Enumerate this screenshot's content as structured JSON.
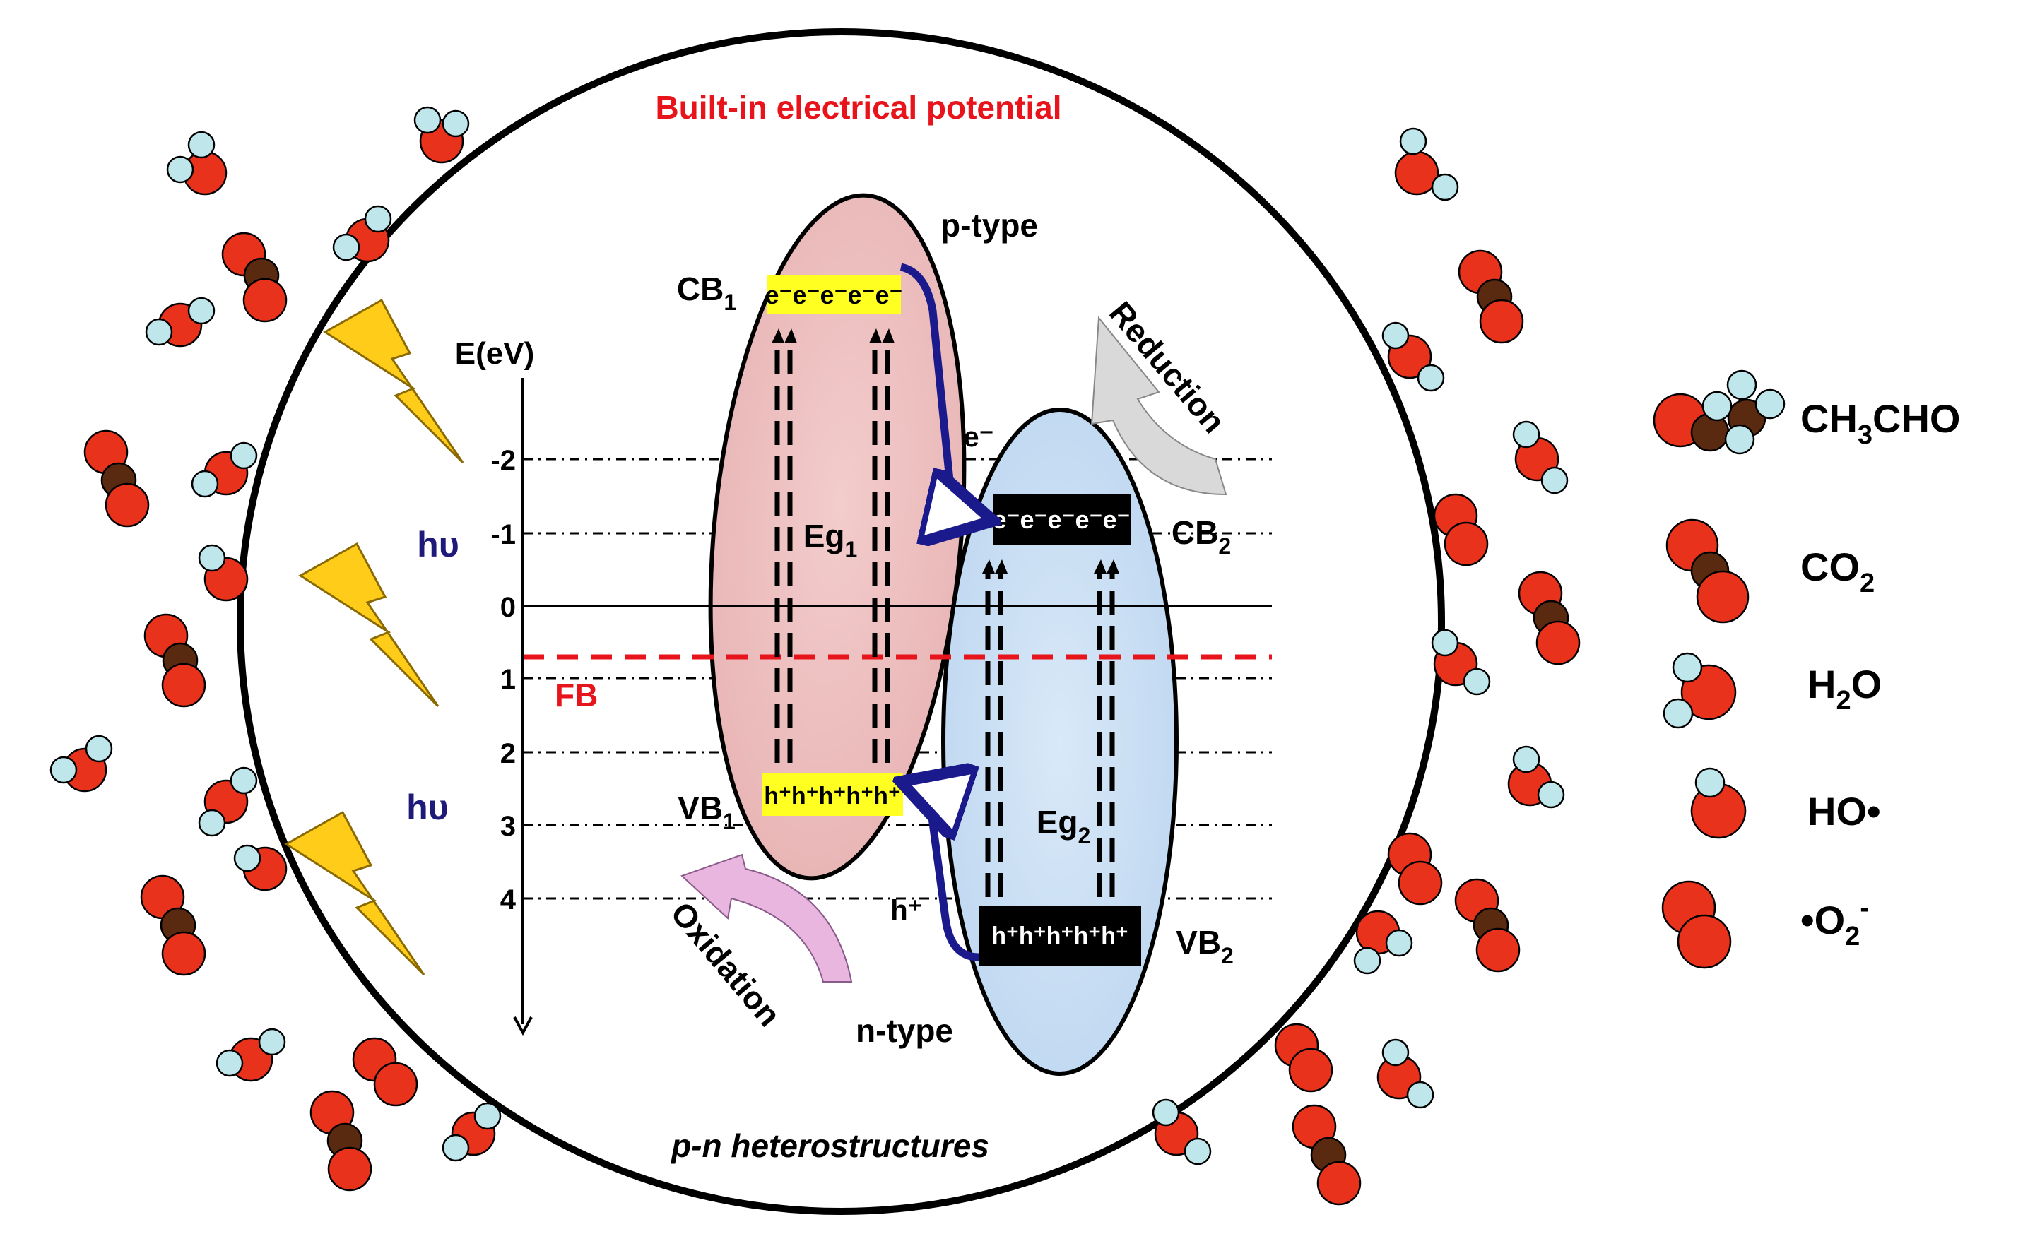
{
  "title": "Built-in electrical potential",
  "caption": "p-n heterostructures",
  "axis": {
    "label": "E(eV)",
    "ticks": [
      "-2",
      "-1",
      "0",
      "1",
      "2",
      "3",
      "4"
    ]
  },
  "fb_label": "FB",
  "light_label": "hυ",
  "p_type": {
    "label": "p-type",
    "cb": "CB",
    "cb_sub": "1",
    "vb": "VB",
    "vb_sub": "1",
    "gap": "Eg",
    "gap_sub": "1",
    "electrons": "e⁻e⁻e⁻e⁻e⁻",
    "holes": "h⁺h⁺h⁺h⁺h⁺"
  },
  "n_type": {
    "label": "n-type",
    "cb": "CB",
    "cb_sub": "2",
    "vb": "VB",
    "vb_sub": "2",
    "gap": "Eg",
    "gap_sub": "2",
    "electrons": "e⁻e⁻e⁻e⁻e⁻",
    "holes": "h⁺h⁺h⁺h⁺h⁺"
  },
  "transfer": {
    "electron": "e⁻",
    "hole": "h⁺"
  },
  "reduction_label": "Reduction",
  "oxidation_label": "Oxidation",
  "legend": [
    {
      "pre": "CH",
      "sub1": "3",
      "post": "CHO",
      "sub2": "",
      "sup": ""
    },
    {
      "pre": "CO",
      "sub1": "2",
      "post": "",
      "sub2": "",
      "sup": ""
    },
    {
      "pre": "H",
      "sub1": "2",
      "post": "O",
      "sub2": "",
      "sup": ""
    },
    {
      "pre": "HO•",
      "sub1": "",
      "post": "",
      "sub2": "",
      "sup": ""
    },
    {
      "pre": "•O",
      "sub1": "2",
      "post": "",
      "sub2": "",
      "sup": "-"
    }
  ],
  "colors": {
    "title_red": "#e8141b",
    "fb_red": "#e8141b",
    "light_blue_text": "#1f1a7a",
    "oxygen": "#e8321c",
    "carbon": "#5a2a10",
    "hydrogen": "#bfe6ea",
    "bolt": "#ffcc1a",
    "p_ellipse": "#eebfbf",
    "n_ellipse": "#c8def4",
    "yellow_box": "#ffff22",
    "arrow_blue": "#1a1a8c",
    "reduction_arrow": "#d9d9d9",
    "oxidation_arrow": "#e9b6e0"
  }
}
